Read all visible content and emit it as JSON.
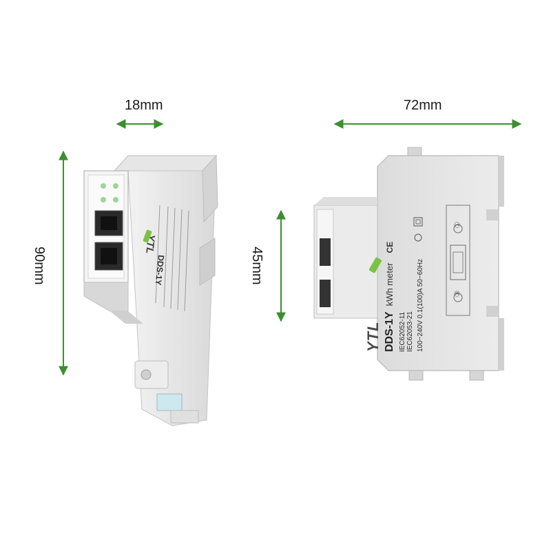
{
  "dimensions": {
    "width_side": "18mm",
    "height": "90mm",
    "width_front": "72mm",
    "depth": "45mm"
  },
  "colors": {
    "arrow": "#3b8f2f",
    "body": "#e8e8e8",
    "body_dark": "#c9c9c9",
    "logo_green": "#7cc242"
  },
  "device_front": {
    "brand": "YTL",
    "model": "DDS-1Y",
    "type": "kWh meter",
    "standard_1": "IEC62052-11",
    "standard_2": "IEC62053-21",
    "rating": "100~240V  0.1(100)A  50~60Hz",
    "marks": "CE",
    "terminal_top": "①",
    "terminal_bottom": "③"
  },
  "device_side": {
    "brand": "YTL",
    "model": "DDS-1Y"
  }
}
